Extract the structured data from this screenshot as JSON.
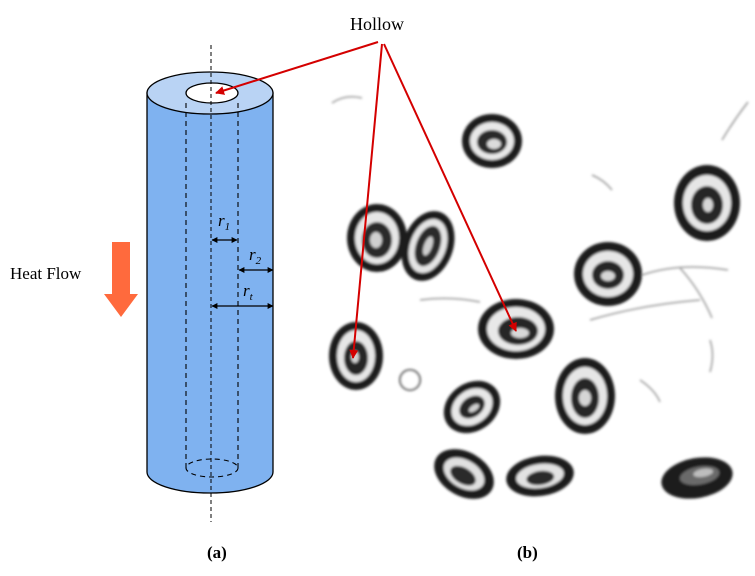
{
  "labels": {
    "hollow": "Hollow",
    "heat_flow": "Heat Flow",
    "r1": "r",
    "r1_sub": "1",
    "r2": "r",
    "r2_sub": "2",
    "rt": "r",
    "rt_sub": "t",
    "panel_a": "(a)",
    "panel_b": "(b)"
  },
  "colors": {
    "cylinder_fill": "#7fb2f0",
    "cylinder_top": "#b9d3f4",
    "heat_arrow": "#ff6a3d",
    "pointer_arrow": "#d40000"
  }
}
